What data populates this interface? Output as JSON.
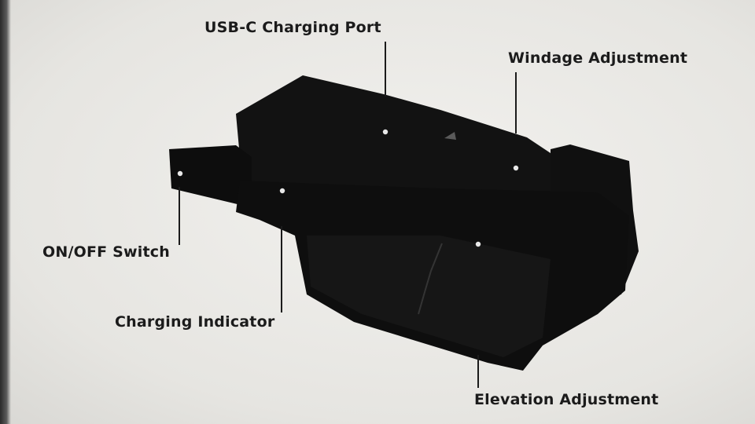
{
  "diagram": {
    "callouts": [
      {
        "id": "usb-c-charging-port",
        "label": "USB-C Charging Port"
      },
      {
        "id": "windage-adjustment",
        "label": "Windage Adjustment"
      },
      {
        "id": "on-off-switch",
        "label": "ON/OFF Switch"
      },
      {
        "id": "charging-indicator",
        "label": "Charging Indicator"
      },
      {
        "id": "elevation-adjustment",
        "label": "Elevation Adjustment"
      }
    ]
  },
  "colors": {
    "device_body": "#0f0f0f",
    "device_shade": "#1c1c1c",
    "paper": "#ecebe7",
    "text": "#1b1b1b"
  }
}
